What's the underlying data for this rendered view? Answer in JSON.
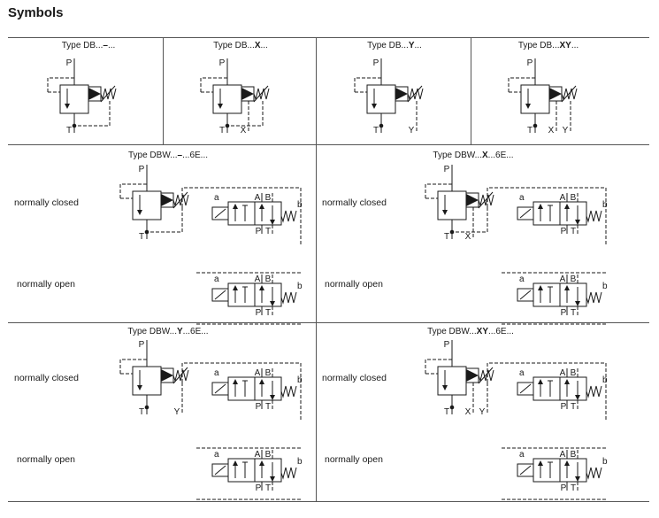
{
  "title": "Symbols",
  "top_row": [
    {
      "prefix": "Type DB...",
      "code": "–",
      "suffix": "..."
    },
    {
      "prefix": "Type DB...",
      "code": "X",
      "suffix": "..."
    },
    {
      "prefix": "Type DB...",
      "code": "Y",
      "suffix": "..."
    },
    {
      "prefix": "Type DB...",
      "code": "XY",
      "suffix": "..."
    }
  ],
  "mid_headers": [
    {
      "prefix": "Type DBW...",
      "code": "–",
      "suffix": "...6E..."
    },
    {
      "prefix": "Type DBW...",
      "code": "X",
      "suffix": "...6E..."
    }
  ],
  "bottom_headers": [
    {
      "prefix": "Type DBW...",
      "code": "Y",
      "suffix": "...6E..."
    },
    {
      "prefix": "Type DBW...",
      "code": "XY",
      "suffix": "...6E..."
    }
  ],
  "states": {
    "closed": "normally closed",
    "open": "normally open"
  },
  "ports": {
    "P": "P",
    "T": "T",
    "X": "X",
    "Y": "Y",
    "A": "A",
    "B": "B",
    "a": "a",
    "b": "b"
  }
}
